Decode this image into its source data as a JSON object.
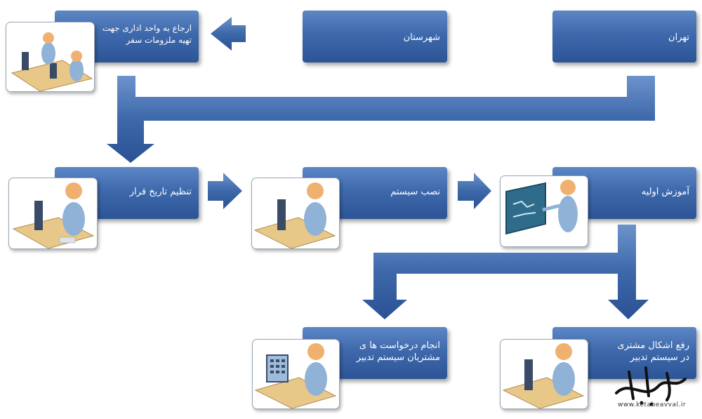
{
  "boxes": {
    "tehran": "تهران",
    "shahrestan": "شهرستان",
    "erja_line1": "ارجاع به واحد اداری جهت",
    "erja_line2": "تهیه ملزومات سفر",
    "tanzim": "تنظیم تاریخ قرار",
    "nasb": "نصب سیستم",
    "amoozesh": "آموزش اولیه",
    "rafe_line1": "رفع اشکال مشتری",
    "rafe_line2": "در سیستم تدبیر",
    "anjam_line1": "انجام درخواست ها ی",
    "anjam_line2": "مشتریان سیستم تدبیر"
  },
  "logo": {
    "brand": "کتاب اول",
    "url": "www.ketabeavval.ir"
  },
  "colors": {
    "box": "#3e69ac",
    "arrow": "#3d68aa",
    "desk": "#e8c888",
    "person": "#8fb2d6",
    "head": "#f0b070"
  }
}
